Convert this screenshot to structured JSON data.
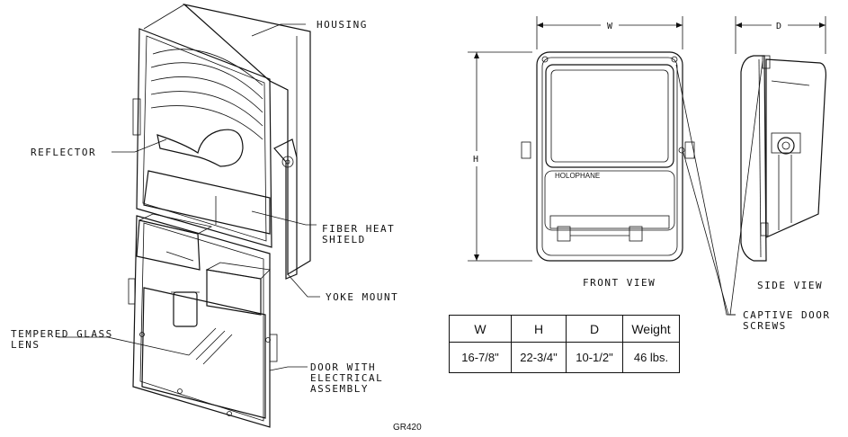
{
  "labels": {
    "housing": "HOUSING",
    "reflector": "REFLECTOR",
    "fiber_heat_line1": "FIBER HEAT",
    "fiber_heat_line2": "SHIELD",
    "yoke_mount": "YOKE MOUNT",
    "tempered_line1": "TEMPERED GLASS",
    "tempered_line2": "LENS",
    "door_line1": "DOOR WITH",
    "door_line2": "ELECTRICAL",
    "door_line3": "ASSEMBLY",
    "front_view": "FRONT VIEW",
    "side_view": "SIDE VIEW",
    "captive_line1": "CAPTIVE DOOR",
    "captive_line2": "SCREWS",
    "brand": "HOLOPHANE",
    "drawing_code": "GR420"
  },
  "dimensions": {
    "w": "W",
    "h": "H",
    "d": "D"
  },
  "spec_table": {
    "headers": [
      "W",
      "H",
      "D",
      "Weight"
    ],
    "values": [
      "16-7/8\"",
      "22-3/4\"",
      "10-1/2\"",
      "46 lbs."
    ]
  }
}
